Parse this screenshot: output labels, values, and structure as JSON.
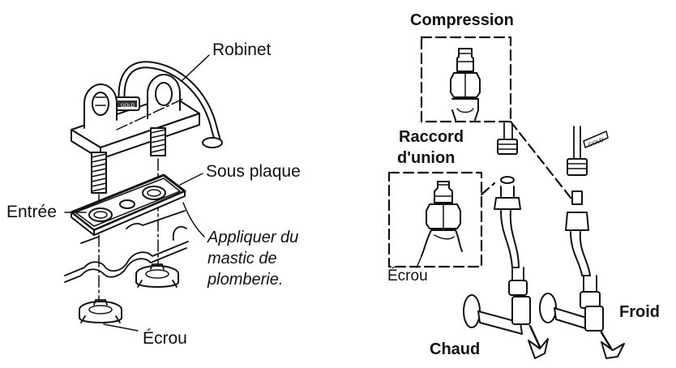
{
  "left_diagram": {
    "labels": {
      "robinet": "Robinet",
      "sous_plaque": "Sous plaque",
      "entree": "Entrée",
      "mastic_line1": "Appliquer du",
      "mastic_line2": "mastic de",
      "mastic_line3": "plomberie.",
      "ecrou": "Écrou"
    },
    "brand_text": "GOLD"
  },
  "right_diagram": {
    "labels": {
      "compression": "Compression",
      "raccord_line1": "Raccord",
      "raccord_line2": "d'union",
      "ecrou": "Écrou",
      "froid": "Froid",
      "chaud": "Chaud"
    },
    "brand_text": "GOLD"
  }
}
